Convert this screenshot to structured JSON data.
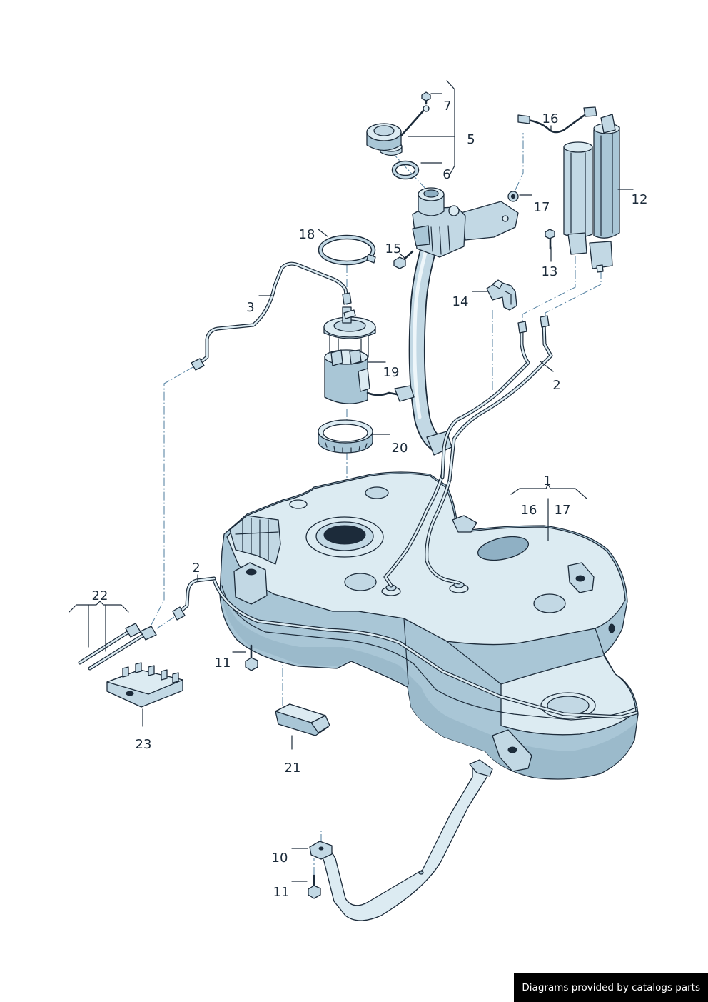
{
  "callouts": {
    "c7": "7",
    "c5": "5",
    "c6": "6",
    "c16a": "16",
    "c12": "12",
    "c17a": "17",
    "c18": "18",
    "c15": "15",
    "c13": "13",
    "c3": "3",
    "c14": "14",
    "c19": "19",
    "c2a": "2",
    "c20": "20",
    "c1": "1",
    "c16b": "16",
    "c17b": "17",
    "c2b": "2",
    "c22": "22",
    "c11a": "11",
    "c23": "23",
    "c21": "21",
    "c10": "10",
    "c11b": "11"
  },
  "footer": {
    "credit": "Diagrams provided by catalogs parts"
  },
  "colors": {
    "outline": "#1c2b3a",
    "surface": "#dcebf2",
    "body": "#c2d8e4",
    "shade": "#a9c6d6",
    "deep": "#8fb0c4",
    "leader": "#5c87a6",
    "footer_bg": "#000000",
    "footer_text": "#ffffff"
  }
}
